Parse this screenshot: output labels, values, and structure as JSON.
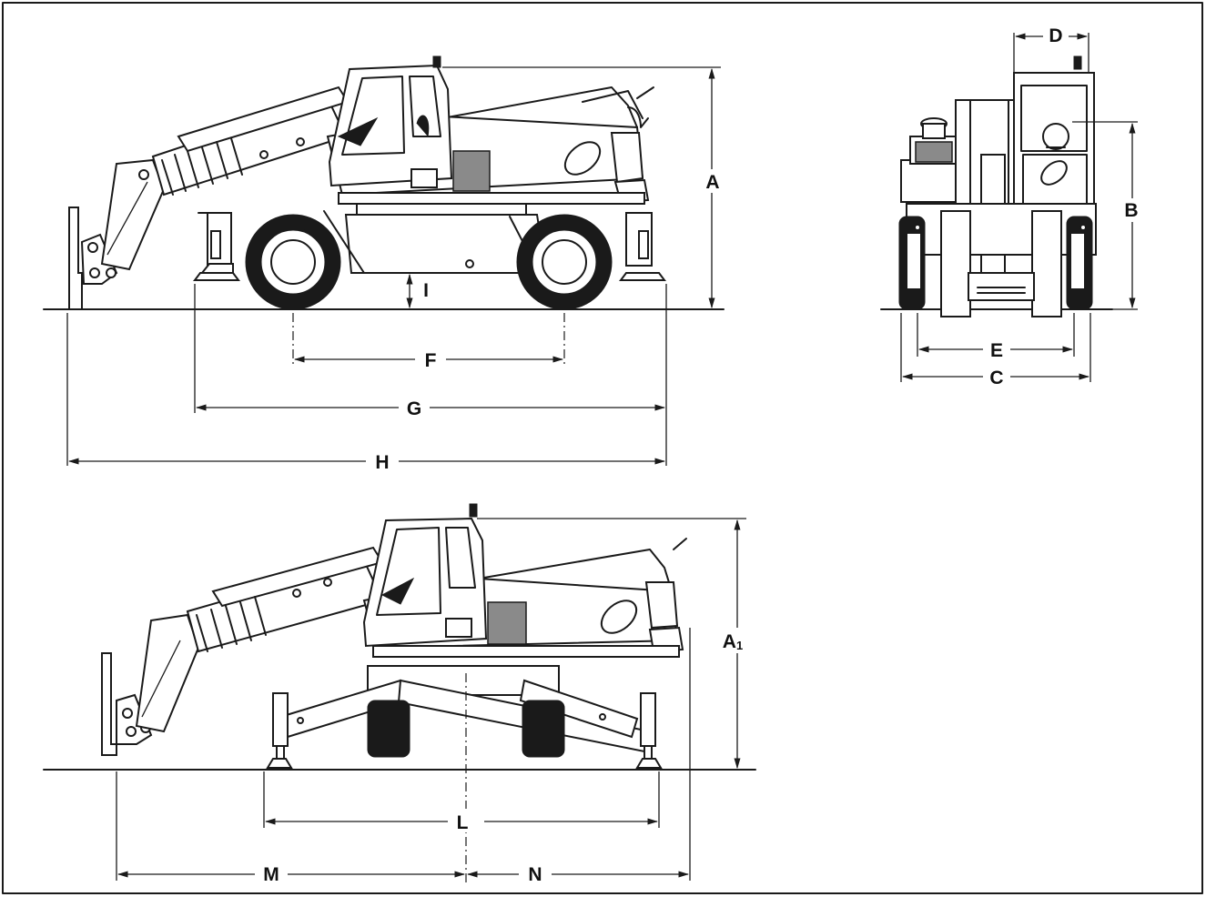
{
  "dimension_labels": {
    "A": "A",
    "A1_main": "A",
    "A1_sub": "1",
    "B": "B",
    "C": "C",
    "D": "D",
    "E": "E",
    "F": "F",
    "G": "G",
    "H": "H",
    "I": "I",
    "L": "L",
    "M": "M",
    "N": "N"
  }
}
